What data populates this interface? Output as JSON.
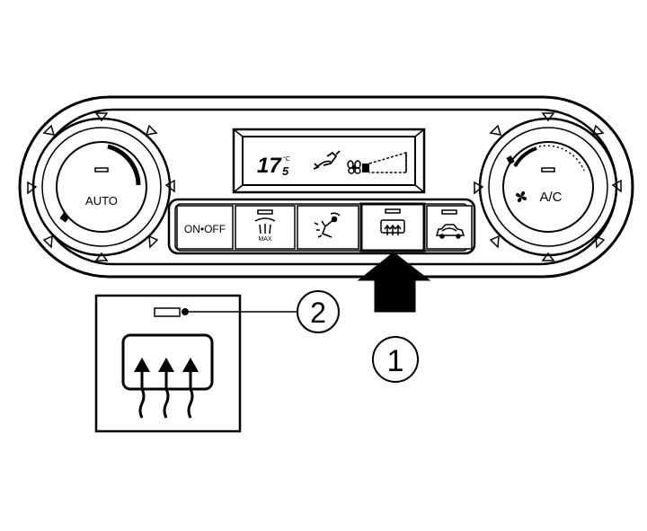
{
  "panel": {
    "left_knob": {
      "label": "AUTO"
    },
    "right_knob": {
      "label": "A/C"
    },
    "display": {
      "temperature": "17",
      "temperature_decimal": "5",
      "unit": "°C"
    },
    "buttons": [
      {
        "id": "on-off",
        "label": "ON•OFF"
      },
      {
        "id": "max-defrost",
        "label": "MAX"
      },
      {
        "id": "air-distribution",
        "label": ""
      },
      {
        "id": "rear-defrost",
        "label": ""
      },
      {
        "id": "recirculation",
        "label": ""
      }
    ]
  },
  "callouts": {
    "arrow_number": "1",
    "indicator_number": "2"
  },
  "colors": {
    "line": "#000000",
    "background": "#ffffff"
  }
}
